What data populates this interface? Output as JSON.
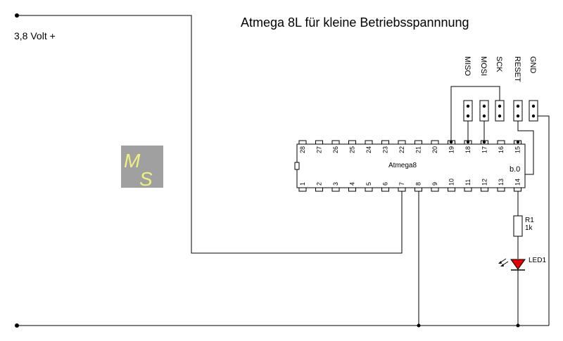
{
  "title": "Atmega 8L für kleine Betriebsspannnung",
  "supply_label": "3,8 Volt +",
  "chip": {
    "name": "Atmega8",
    "port_label": "b.0",
    "top_pins": [
      "28",
      "27",
      "26",
      "25",
      "24",
      "23",
      "22",
      "21",
      "20",
      "19",
      "18",
      "17",
      "16",
      "15"
    ],
    "bottom_pins": [
      "1",
      "2",
      "3",
      "4",
      "5",
      "6",
      "7",
      "8",
      "9",
      "10",
      "11",
      "12",
      "13",
      "14"
    ]
  },
  "header_labels": [
    "MISO",
    "MOSI",
    "SCK",
    "RESET",
    "GND"
  ],
  "resistor": {
    "name": "R1",
    "value": "1k"
  },
  "led": {
    "name": "LED1",
    "color": "#e00000"
  },
  "logo": {
    "text_m": "M",
    "text_s": "S",
    "background": "#a0a0a0",
    "letter_color": "#f0f080"
  }
}
